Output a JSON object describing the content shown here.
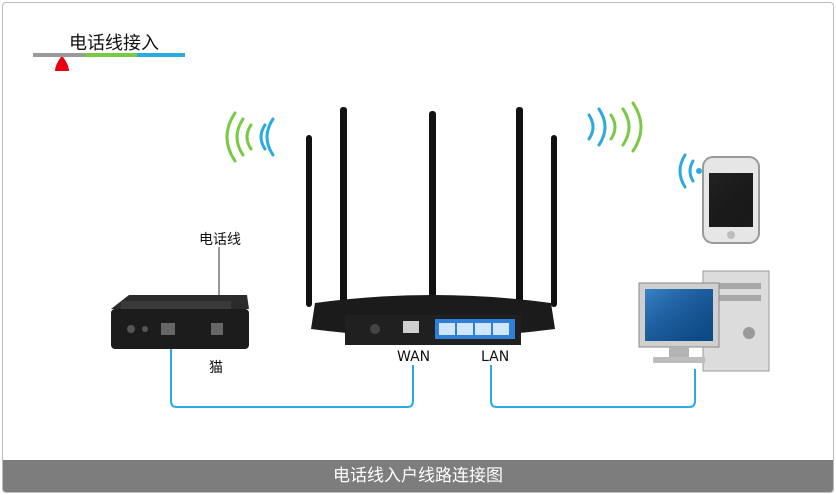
{
  "header": {
    "title": "电话线接入",
    "bar_colors": [
      "#9a9a9a",
      "#7ac943",
      "#29abe2"
    ],
    "marker_color": "#e60012"
  },
  "labels": {
    "phone_line": "电话线",
    "modem": "猫",
    "wan": "WAN",
    "lan": "LAN"
  },
  "footer": {
    "caption": "电话线入户线路连接图"
  },
  "colors": {
    "cable": "#29abe2",
    "wifi_green": "#7ac943",
    "wifi_blue": "#29abe2"
  },
  "icons": [
    "modem-icon",
    "router-icon",
    "smartphone-icon",
    "desktop-computer-icon",
    "wifi-signal-icon"
  ]
}
